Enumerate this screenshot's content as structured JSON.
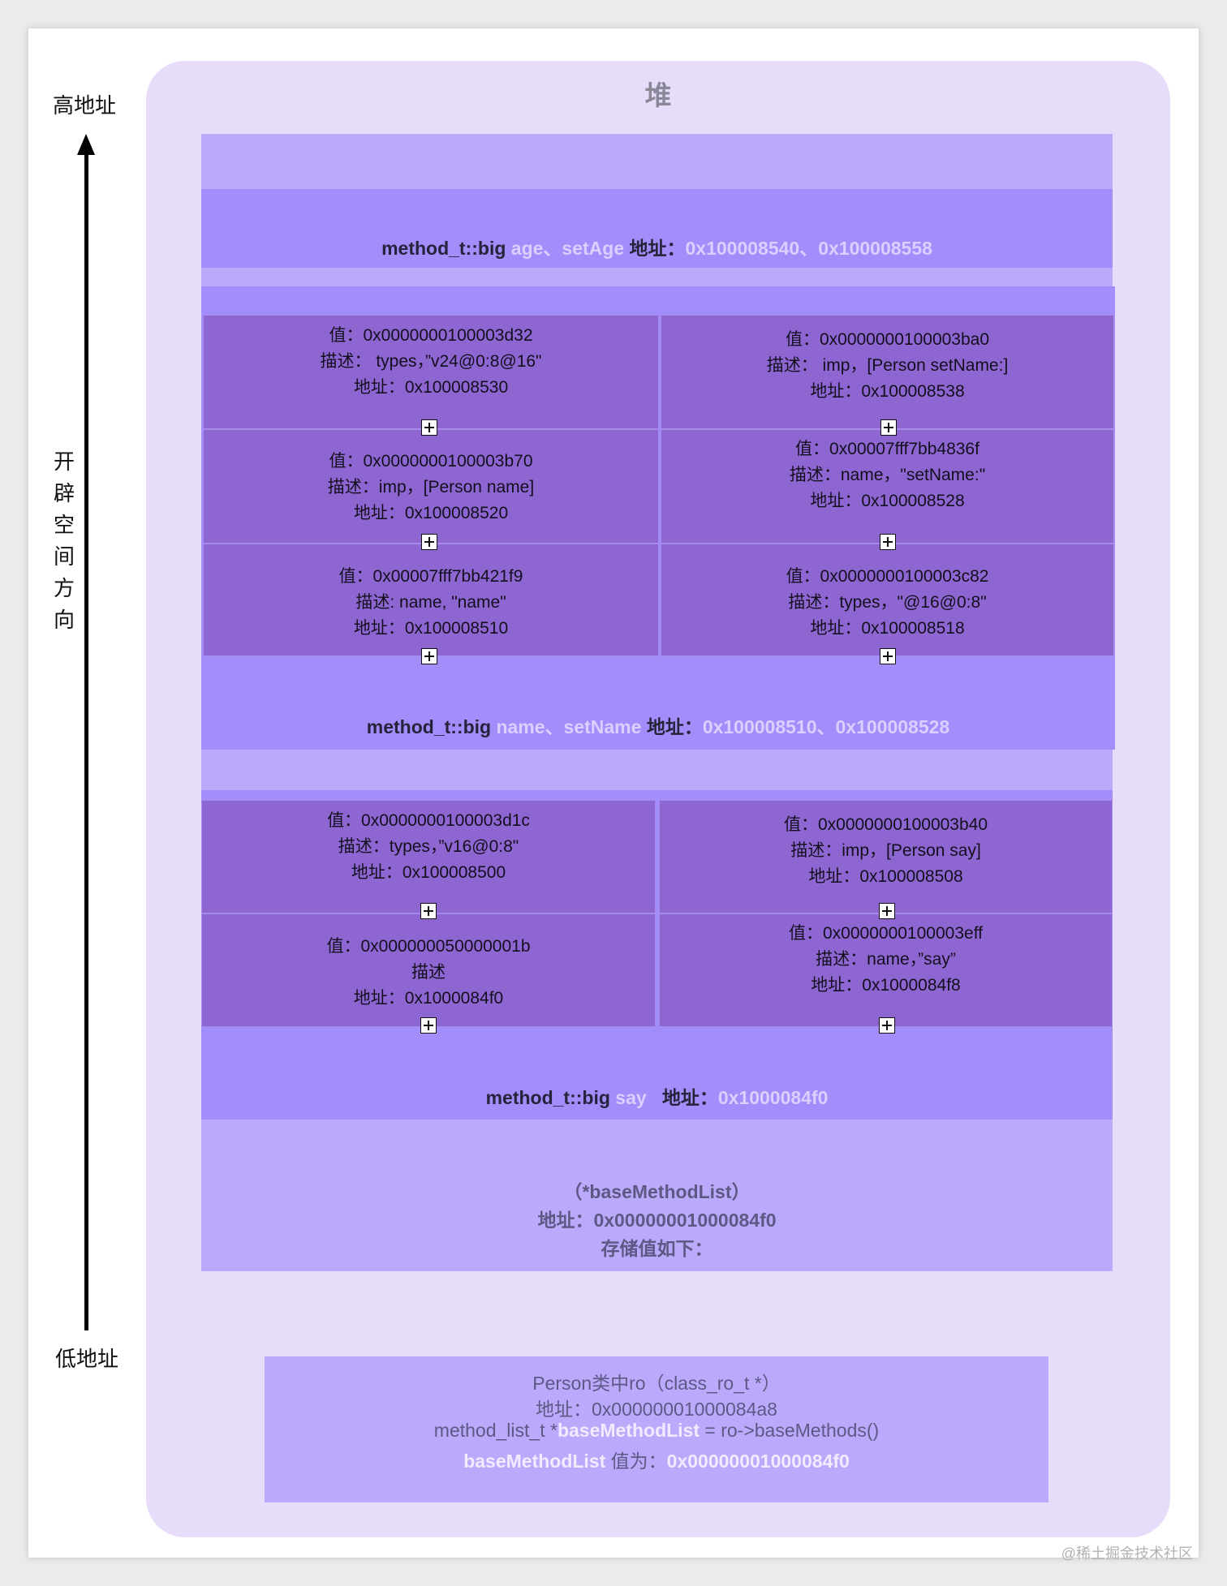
{
  "heap_title": "堆",
  "axis": {
    "high_label": "高地址",
    "low_label": "低地址",
    "direction_chars": [
      "开",
      "辟",
      "空",
      "间",
      "方",
      "向"
    ]
  },
  "group1": {
    "title_prefix": "method_t::big",
    "title_names": "age、setAge",
    "title_addr_label": "地址：",
    "title_addrs": "0x100008540、0x100008558"
  },
  "group2": {
    "title_prefix": "method_t::big",
    "title_names": "name、setName",
    "title_addr_label": "地址：",
    "title_addrs": "0x100008510、0x100008528",
    "cells": [
      {
        "value": "值：0x0000000100003d32",
        "desc": "描述：  types，”v24@0:8@16\"",
        "addr": "地址：0x100008530"
      },
      {
        "value": "值：0x0000000100003ba0",
        "desc": "描述：  imp，[Person setName:]",
        "addr": "地址：0x100008538"
      },
      {
        "value": "值：0x0000000100003b70",
        "desc": "描述：imp，[Person name]",
        "addr": "地址：0x100008520"
      },
      {
        "value": "值：0x00007fff7bb4836f",
        "desc": "描述：name，\"setName:\"",
        "addr": "地址：0x100008528"
      },
      {
        "value": "值：0x00007fff7bb421f9",
        "desc": "描述: name, \"name\"",
        "addr": "地址：0x100008510"
      },
      {
        "value": "值：0x0000000100003c82",
        "desc": "描述：types，\"@16@0:8\"",
        "addr": "地址：0x100008518"
      }
    ]
  },
  "group3": {
    "title_prefix": "method_t::big",
    "title_names": "say",
    "title_addr_label": "地址：",
    "title_addrs": "0x1000084f0",
    "cells": [
      {
        "value": "值：0x0000000100003d1c",
        "desc": "描述：types，”v16@0:8\"",
        "addr": "地址：0x100008500"
      },
      {
        "value": "值：0x0000000100003b40",
        "desc": "描述：imp，[Person say]",
        "addr": "地址：0x100008508"
      },
      {
        "value": "值：0x000000050000001b",
        "desc": "描述",
        "addr": "地址：0x1000084f0"
      },
      {
        "value": "值：0x0000000100003eff",
        "desc": "描述：name，”say”",
        "addr": "地址：0x1000084f8"
      }
    ]
  },
  "base_list": {
    "name": "（*baseMethodList）",
    "addr": "地址：0x00000001000084f0",
    "note": "存储值如下："
  },
  "ro": {
    "line1": "Person类中ro（class_ro_t *）",
    "line2": "地址：0x00000001000084a8",
    "line3_prefix": "method_list_t *",
    "line3_var": "baseMethodList",
    "line3_suffix": " = ro->baseMethods()",
    "line4_var": "baseMethodList",
    "line4_label": " 值为：",
    "line4_value": "0x00000001000084f0"
  },
  "watermark": "@稀土掘金技术社区"
}
